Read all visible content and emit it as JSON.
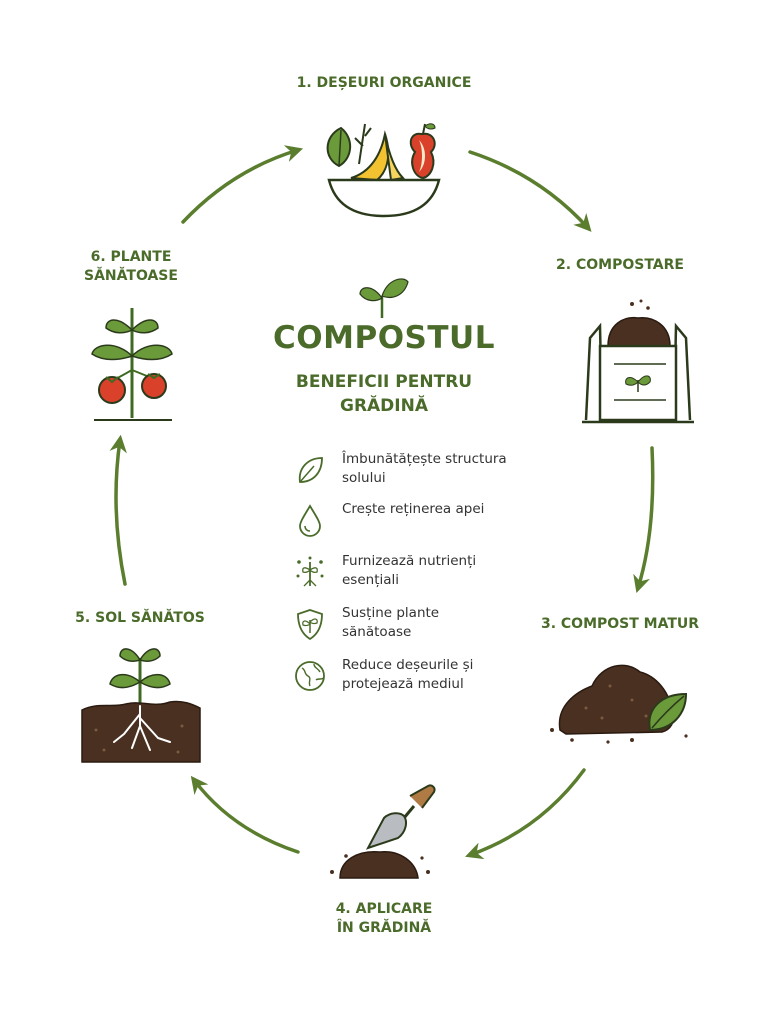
{
  "title": "COMPOSTUL",
  "subtitle": "BENEFICII PENTRU\nGRĂDINĂ",
  "colors": {
    "accent": "#4a6b2a",
    "arrow": "#5a7d2e",
    "leaf": "#6a9a3a",
    "soil": "#4a3020",
    "tomato": "#d9412b",
    "banana": "#f2c230"
  },
  "stages": [
    {
      "label": "1. DEȘEURI ORGANICE",
      "icon": "organic-waste-bowl-icon"
    },
    {
      "label": "2. COMPOSTARE",
      "icon": "compost-bin-icon"
    },
    {
      "label": "3. COMPOST MATUR",
      "icon": "mature-compost-pile-icon"
    },
    {
      "label": "4. APLICARE\nÎN GRĂDINĂ",
      "icon": "garden-trowel-icon"
    },
    {
      "label": "5. SOL SĂNĂTOS",
      "icon": "healthy-soil-sprout-icon"
    },
    {
      "label": "6. PLANTE\nSĂNĂTOASE",
      "icon": "tomato-plant-icon"
    }
  ],
  "benefits": [
    {
      "text": "Îmbunătățește structura solului",
      "icon": "leaf-outline-icon"
    },
    {
      "text": "Crește reținerea apei",
      "icon": "water-drop-icon"
    },
    {
      "text": "Furnizează nutrienți esențiali",
      "icon": "nutrients-icon"
    },
    {
      "text": "Susține plante sănătoase",
      "icon": "shield-plant-icon"
    },
    {
      "text": "Reduce deșeurile și protejează mediul",
      "icon": "globe-leaf-icon"
    }
  ]
}
